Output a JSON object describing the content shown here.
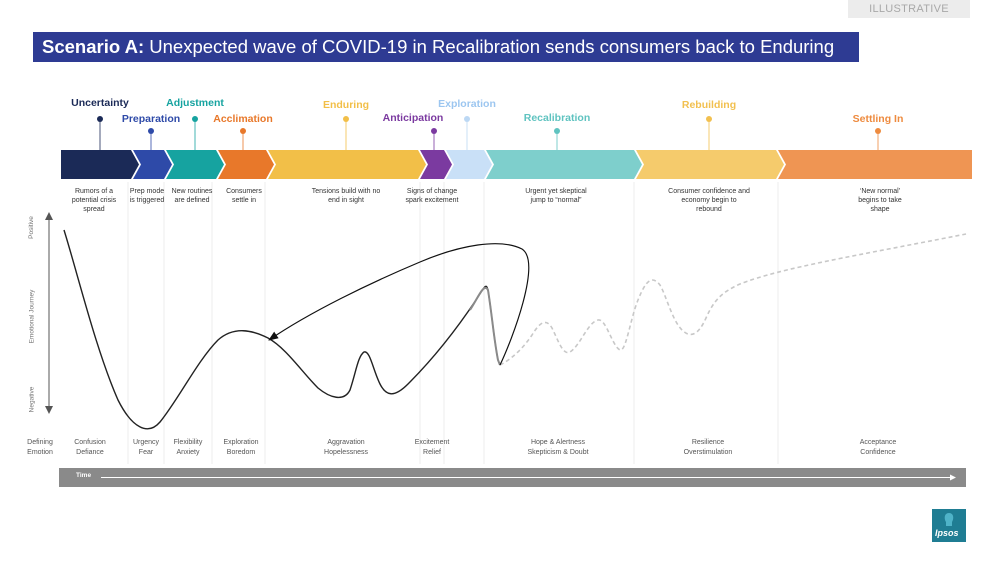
{
  "badge": "ILLUSTRATIVE",
  "title": {
    "prefix": "Scenario A:",
    "text": " Unexpected wave of COVID-19 in Recalibration sends consumers back to Enduring"
  },
  "colors": {
    "title_bg": "#2e3b93",
    "uncertainty": "#1b2a57",
    "preparation": "#2e4aa8",
    "adjustment": "#16a3a0",
    "acclimation": "#e8782a",
    "enduring": "#f2bf48",
    "anticipation": "#7b3aa0",
    "exploration": "#bcd8f4",
    "recalibration": "#7ecfcc",
    "rebuilding": "#f5cb6c",
    "settling_in": "#ef9553"
  },
  "phases": [
    {
      "name": "Uncertainty",
      "color": "#1b2a57",
      "description": "Rumors of a potential crisis spread",
      "emotion": "Confusion Defiance"
    },
    {
      "name": "Preparation",
      "color": "#2e4aa8",
      "description": "Prep mode is triggered",
      "emotion": "Urgency Fear"
    },
    {
      "name": "Adjustment",
      "color": "#16a3a0",
      "description": "New routines are defined",
      "emotion": "Flexibility Anxiety"
    },
    {
      "name": "Acclimation",
      "color": "#e8782a",
      "description": "Consumers settle in",
      "emotion": "Exploration Boredom"
    },
    {
      "name": "Enduring",
      "color": "#f2bf48",
      "description": "Tensions build with no end in sight",
      "emotion": "Aggravation Hopelessness"
    },
    {
      "name": "Anticipation",
      "color": "#7b3aa0",
      "description": "Signs of change spark excitement",
      "emotion": "Excitement Relief"
    },
    {
      "name": "Exploration",
      "color": "#9cc6f0",
      "description": "",
      "emotion": ""
    },
    {
      "name": "Recalibration",
      "color": "#5fc3c0",
      "description": "Urgent yet skeptical jump to “normal”",
      "emotion": "Hope & Alertness Skepticism & Doubt"
    },
    {
      "name": "Rebuilding",
      "color": "#f2c04f",
      "description": "Consumer confidence and economy begin to rebound",
      "emotion": "Resilience Overstimulation"
    },
    {
      "name": "Settling In",
      "color": "#ee8b3f",
      "description": "‘New normal’ begins to take shape",
      "emotion": "Acceptance Confidence"
    }
  ],
  "axis": {
    "positive": "Positive",
    "y_label": "Emotional Journey",
    "negative": "Negative",
    "row_label": "Defining Emotion",
    "time": "Time"
  },
  "logo": "Ipsos"
}
